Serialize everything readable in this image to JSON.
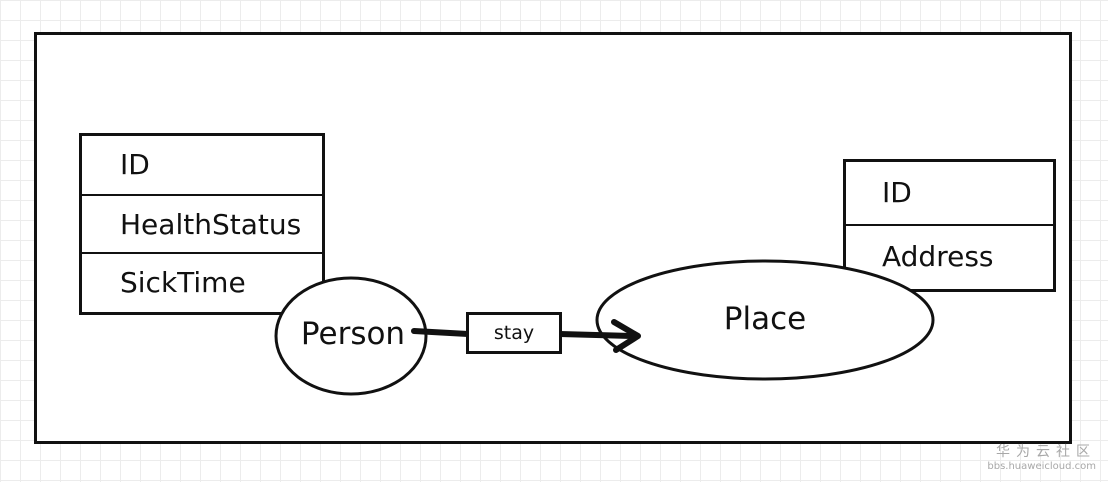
{
  "diagram": {
    "person_entity": {
      "label": "Person",
      "attributes": [
        "ID",
        "HealthStatus",
        "SickTime"
      ]
    },
    "place_entity": {
      "label": "Place",
      "attributes": [
        "ID",
        "Address"
      ]
    },
    "relationship": {
      "label": "stay"
    }
  },
  "watermark": {
    "title": "华为云社区",
    "url": "bbs.huaweicloud.com"
  },
  "colors": {
    "stroke": "#111111",
    "grid": "#ececec",
    "watermark": "#a8a8a8"
  }
}
